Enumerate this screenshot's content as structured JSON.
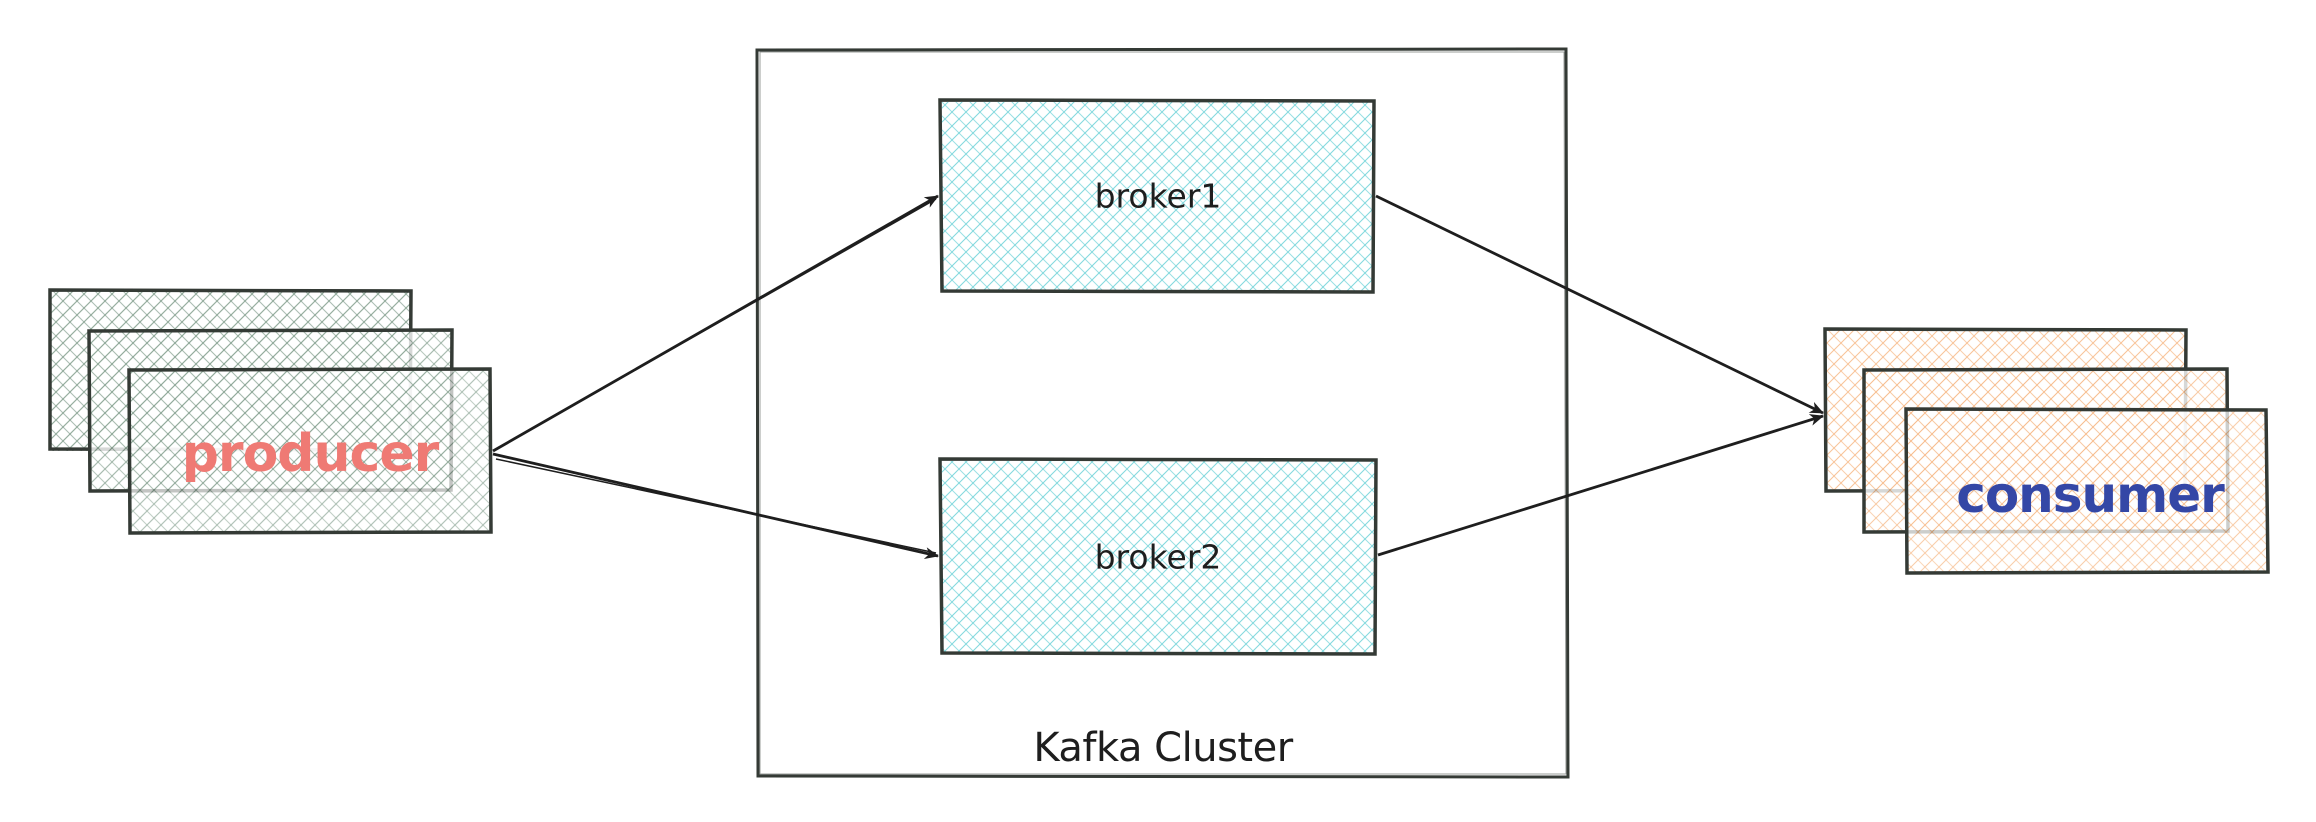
{
  "diagram": {
    "title": "Kafka producer / broker / consumer architecture",
    "cluster": {
      "label": "Kafka Cluster"
    },
    "brokers": [
      {
        "id": "broker1",
        "label": "broker1"
      },
      {
        "id": "broker2",
        "label": "broker2"
      }
    ],
    "producer": {
      "label": "producer",
      "stack_count": 3
    },
    "consumer": {
      "label": "consumer",
      "stack_count": 3
    },
    "edges": [
      {
        "from": "producer",
        "to": "broker1"
      },
      {
        "from": "producer",
        "to": "broker2"
      },
      {
        "from": "broker1",
        "to": "consumer"
      },
      {
        "from": "broker2",
        "to": "consumer"
      }
    ],
    "colors": {
      "stroke": "#343a35",
      "producer_fill": "#6e8f7a",
      "producer_text": "#ef7a74",
      "broker_fill": "#6fd3d8",
      "consumer_fill": "#f5b27a",
      "consumer_text": "#3447a6",
      "arrow": "#1e1e1e"
    }
  }
}
